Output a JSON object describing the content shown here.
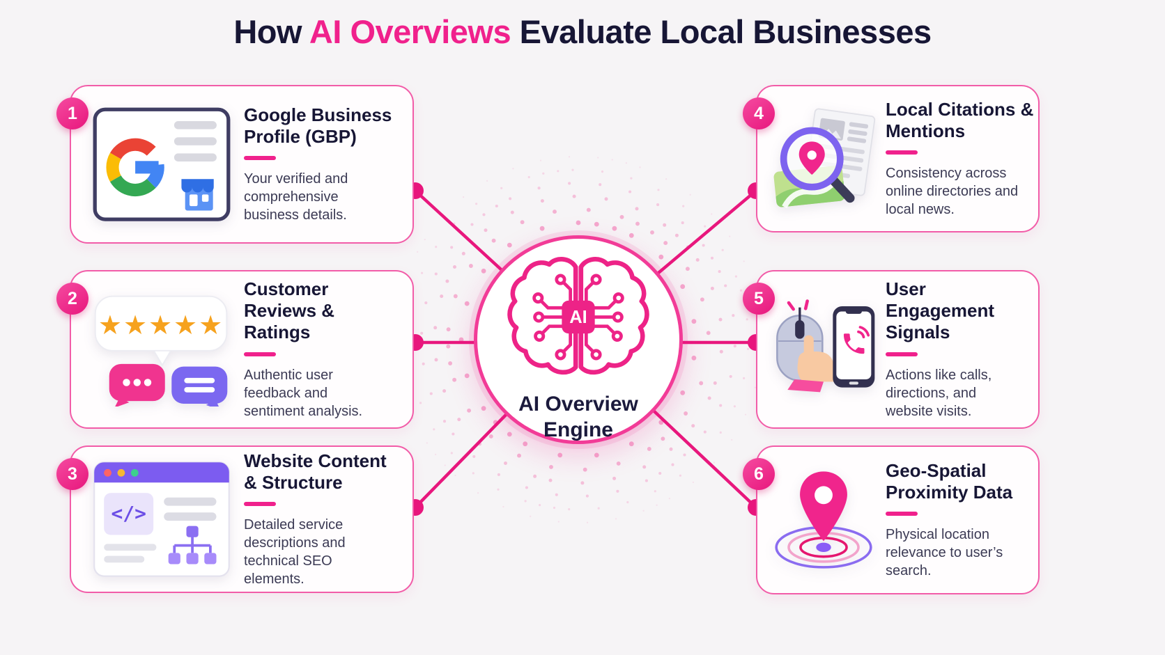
{
  "title": {
    "prefix": "How ",
    "highlight": "AI Overviews",
    "suffix": " Evaluate Local Businesses"
  },
  "center": {
    "chip_label": "AI",
    "label": "AI Overview Engine"
  },
  "cards": [
    {
      "number": "1",
      "icon": "google-business-profile",
      "title": "Google Business Profile (GBP)",
      "description": "Your verified and comprehensive business details."
    },
    {
      "number": "2",
      "icon": "customer-reviews",
      "title": "Customer Reviews & Ratings",
      "description": "Authentic user feedback and sentiment analysis."
    },
    {
      "number": "3",
      "icon": "website-content",
      "title": "Website Content & Structure",
      "description": "Detailed service descriptions and technical SEO elements."
    },
    {
      "number": "4",
      "icon": "local-citations",
      "title": "Local Citations & Mentions",
      "description": "Consistency across online directories and local news."
    },
    {
      "number": "5",
      "icon": "user-engagement",
      "title": "User Engagement Signals",
      "description": "Actions like calls, directions, and website visits."
    },
    {
      "number": "6",
      "icon": "geo-proximity",
      "title": "Geo-Spatial Proximity Data",
      "description": "Physical location relevance to user’s search."
    }
  ],
  "colors": {
    "accent_pink": "#F0218C",
    "deep_pink": "#E8177D",
    "navy": "#171635",
    "purple": "#7C5CF0",
    "gold": "#F6A21E",
    "card_border": "#F25CA8",
    "background": "#F6F4F6"
  }
}
